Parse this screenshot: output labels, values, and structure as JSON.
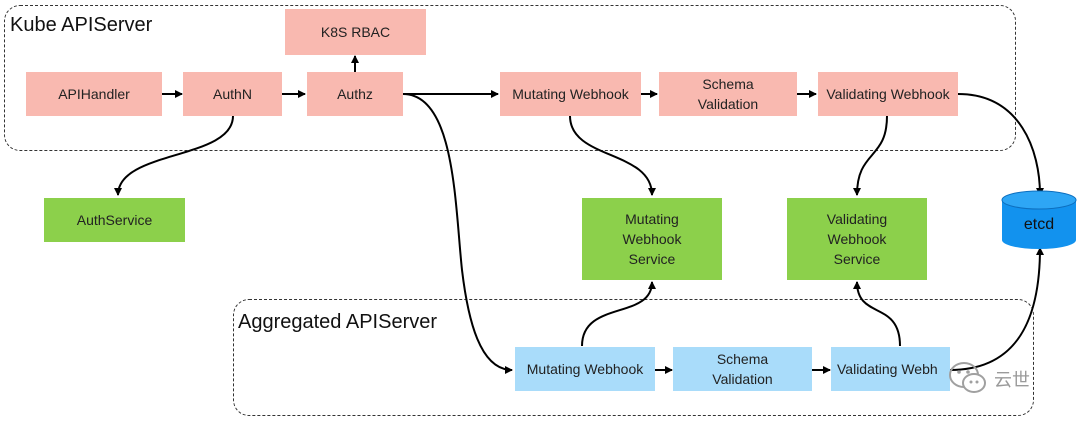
{
  "groups": {
    "kube": {
      "title": "Kube APIServer"
    },
    "aggregated": {
      "title": "Aggregated APIServer"
    }
  },
  "nodes": {
    "k8s_rbac": "K8S RBAC",
    "apihandler": "APIHandler",
    "authn": "AuthN",
    "authz": "Authz",
    "mutating_webhook": "Mutating Webhook",
    "schema_validation": "Schema\nValidation",
    "validating_webhook": "Validating Webhook",
    "auth_service": "AuthService",
    "mutating_webhook_service": "Mutating\nWebhook\nService",
    "validating_webhook_service": "Validating\nWebhook\nService",
    "agg_mutating_webhook": "Mutating Webhook",
    "agg_schema_validation": "Schema\nValidation",
    "agg_validating_webhook": "Validating Webh",
    "etcd": "etcd"
  },
  "watermark": {
    "text": "云世"
  },
  "colors": {
    "kube_node": "#f9b9b0",
    "service_node": "#8cd04b",
    "aggregated_node": "#a9dcfa",
    "etcd": "#1292ee"
  }
}
